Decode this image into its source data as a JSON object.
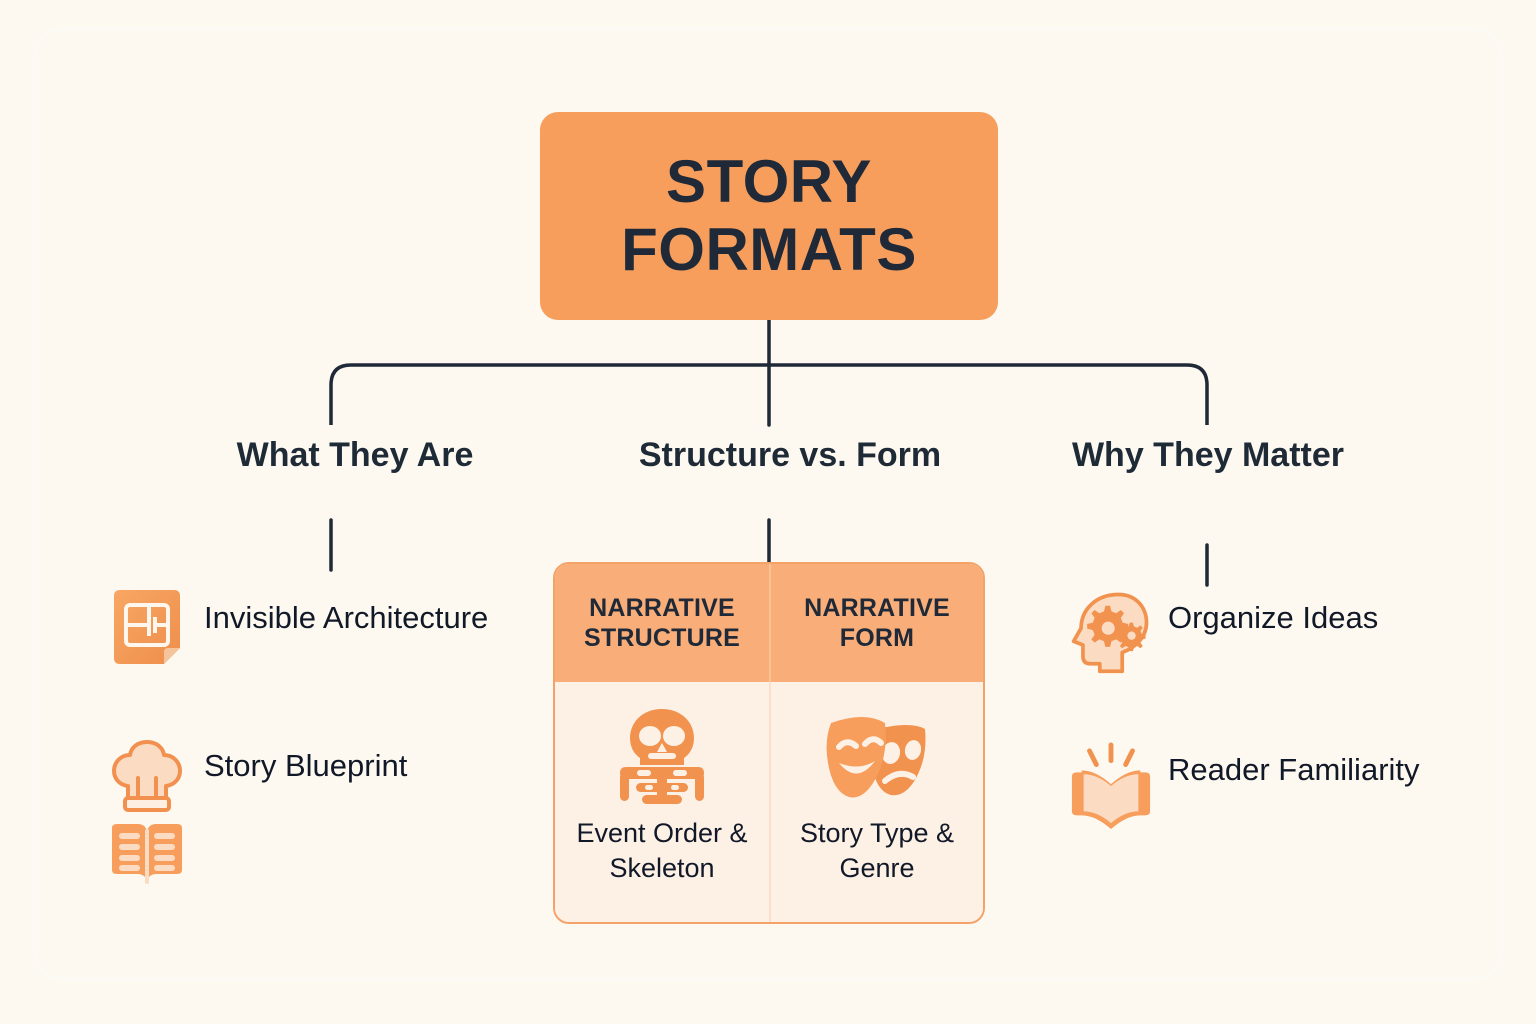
{
  "diagram": {
    "title": "STORY FORMATS",
    "title_lines": [
      "STORY",
      "FORMATS"
    ],
    "accent_color": "#F79E5C",
    "background_color": "#FDF9F0",
    "text_color": "#1F2937",
    "connector_color": "#1F2937"
  },
  "branches": [
    {
      "label": "What They Are"
    },
    {
      "label": "Structure vs. Form"
    },
    {
      "label": "Why They Matter"
    }
  ],
  "left_column": {
    "items": [
      {
        "text": "Invisible Architecture",
        "icon": "blueprint-floorplan-icon"
      },
      {
        "text": "Story Blueprint",
        "icon": "chef-hat-icon"
      }
    ],
    "extra_icon": "open-book-icon"
  },
  "comparison_table": {
    "columns": [
      {
        "header": "NARRATIVE STRUCTURE",
        "icon": "skeleton-icon",
        "caption": "Event Order & Skeleton"
      },
      {
        "header": "NARRATIVE FORM",
        "icon": "theater-masks-icon",
        "caption": "Story Type & Genre"
      }
    ],
    "header_color": "#F9AE79",
    "body_color": "#FDF1E6",
    "border_color": "#F4A368"
  },
  "right_column": {
    "items": [
      {
        "text": "Organize Ideas",
        "icon": "head-with-gears-icon"
      },
      {
        "text": "Reader Familiarity",
        "icon": "open-book-rays-icon"
      }
    ]
  }
}
